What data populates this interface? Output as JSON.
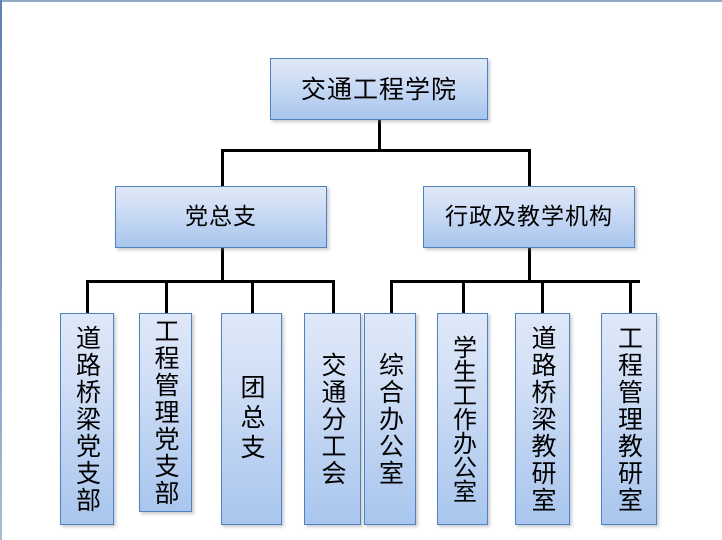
{
  "chart": {
    "type": "org-chart",
    "title_node": "交通工程学院",
    "orientation": "top-down",
    "levels": 3,
    "colors": {
      "box_border": "#4f81bd",
      "box_fill_top": "#dfe8f8",
      "box_fill_bottom": "#a9c6ee",
      "connector": "#000000",
      "slide_frame": "#8fa9c6",
      "background": "#ffffff",
      "text": "#000000"
    }
  },
  "root": {
    "label": "交通工程学院"
  },
  "level2": [
    {
      "label": "党总支"
    },
    {
      "label": "行政及教学机构"
    }
  ],
  "level3": {
    "party_branch_children": [
      {
        "label": "道路桥梁党支部"
      },
      {
        "label": "工程管理党支部"
      },
      {
        "label": "团总支"
      },
      {
        "label": "交通分工会"
      }
    ],
    "admin_teaching_children": [
      {
        "label": "综合办公室"
      },
      {
        "label": "学生工作办公室"
      },
      {
        "label": "道路桥梁教研室"
      },
      {
        "label": "工程管理教研室"
      }
    ]
  }
}
